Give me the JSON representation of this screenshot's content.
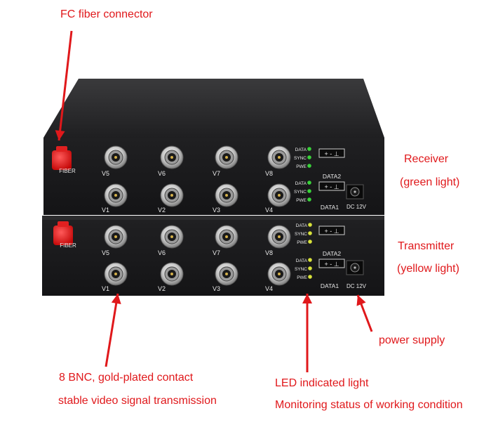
{
  "annotations": {
    "fc_connector": "FC fiber connector",
    "receiver": "Receiver",
    "receiver_light": "(green light)",
    "transmitter": "Transmitter",
    "transmitter_light": "(yellow light)",
    "power_supply": "power supply",
    "bnc_line1": "8 BNC, gold-plated contact",
    "bnc_line2": "stable video signal transmission",
    "led_line1": "LED indicated light",
    "led_line2": "Monitoring status of working condition"
  },
  "device_labels": {
    "fiber": "FIBER",
    "ports_top": [
      "V5",
      "V6",
      "V7",
      "V8"
    ],
    "ports_bottom": [
      "V1",
      "V2",
      "V3",
      "V4"
    ],
    "led_labels": [
      "DATA",
      "SYNC",
      "PWE"
    ],
    "terminal_symbols": "+ - ⊥",
    "data2": "DATA2",
    "data1": "DATA1",
    "dc": "DC 12V"
  },
  "colors": {
    "accent": "#e0181b",
    "receiver_led": "#39d23a",
    "transmitter_led": "#d8e23a",
    "chassis": "#1d1d1f"
  }
}
